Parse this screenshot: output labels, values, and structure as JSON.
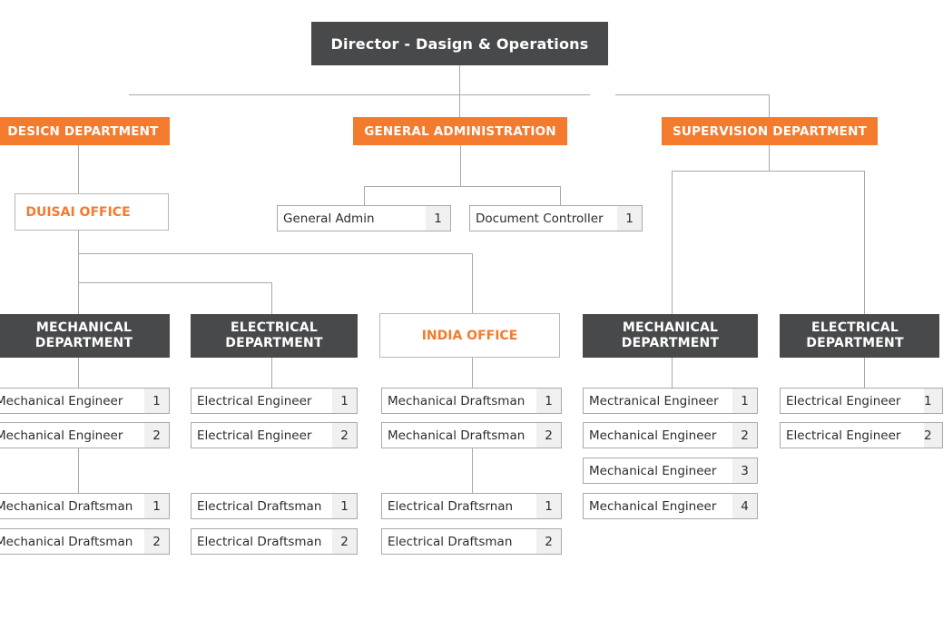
{
  "director": {
    "title": "Director - Dasign & Operations"
  },
  "departments": [
    {
      "id": "design",
      "label": "DESICN DEPARTMENT"
    },
    {
      "id": "general",
      "label": "GENERAL ADMINISTRATION"
    },
    {
      "id": "supervision",
      "label": "SUPERVISION DEPARTMENT"
    }
  ],
  "general_roles": [
    {
      "name": "General Admin",
      "count": "1"
    },
    {
      "name": "Document Controller",
      "count": "1"
    }
  ],
  "offices": {
    "duisai": "DUISAI OFFICE",
    "india": "INDIA OFFICE"
  },
  "design_mech": {
    "label_line1": "MECHANICAL",
    "label_line2": "DEPARTMENT",
    "roles": [
      {
        "name": "Mechanical Engineer",
        "count": "1"
      },
      {
        "name": "Mechanical Engineer",
        "count": "2"
      },
      {
        "name": "Mechanical Draftsman",
        "count": "1"
      },
      {
        "name": "Mechanical Draftsman",
        "count": "2"
      }
    ]
  },
  "design_elec": {
    "label_line1": "ELECTRICAL",
    "label_line2": "DEPARTMENT",
    "roles": [
      {
        "name": "Electrical Engineer",
        "count": "1"
      },
      {
        "name": "Electrical Engineer",
        "count": "2"
      },
      {
        "name": "Electrical Draftsman",
        "count": "1"
      },
      {
        "name": "Electrical Draftsman",
        "count": "2"
      }
    ]
  },
  "india_roles": [
    {
      "name": "Mechanical Draftsman",
      "count": "1"
    },
    {
      "name": "Mechanical Draftsman",
      "count": "2"
    },
    {
      "name": "Electrical Draftsrnan",
      "count": "1"
    },
    {
      "name": "Electrical Draftsman",
      "count": "2"
    }
  ],
  "sup_mech": {
    "label_line1": "MECHANICAL",
    "label_line2": "DEPARTMENT",
    "roles": [
      {
        "name": "Mectranical Engineer",
        "count": "1"
      },
      {
        "name": "Mechanical Engineer",
        "count": "2"
      },
      {
        "name": "Mechanical Engineer",
        "count": "3"
      },
      {
        "name": "Mechanical Engineer",
        "count": "4"
      }
    ]
  },
  "sup_elec": {
    "label_line1": "ELECTRICAL",
    "label_line2": "DEPARTMENT",
    "roles": [
      {
        "name": "Electrical Engineer",
        "count": "1"
      },
      {
        "name": "Electrical Engineer",
        "count": "2"
      }
    ]
  },
  "colors": {
    "dark": "#48494b",
    "accent": "#f47a2e",
    "line": "#a8a8a8"
  }
}
